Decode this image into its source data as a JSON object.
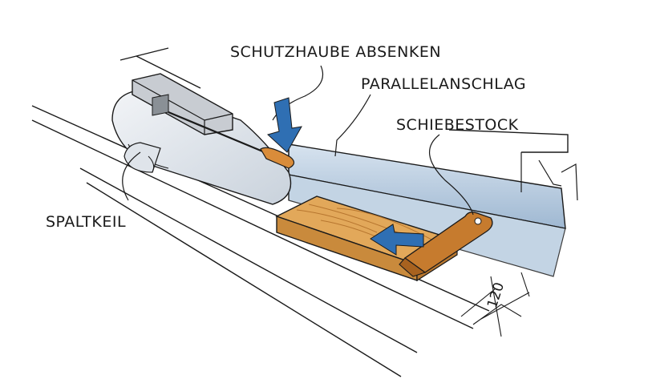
{
  "labels": {
    "hood": "SCHUTZHAUBE ABSENKEN",
    "fence": "PARALLELANSCHLAG",
    "push_stick": "SCHIEBESTOCK",
    "riving_knife": "SPALTKEIL"
  },
  "dimension": "120",
  "colors": {
    "arrow": "#2f6fb3",
    "wood": "#e2a85a",
    "wood_grain": "#b7762f",
    "push_stick": "#c67b2e",
    "fence_shadow": "#b9cde0",
    "line": "#1a1a1a"
  }
}
